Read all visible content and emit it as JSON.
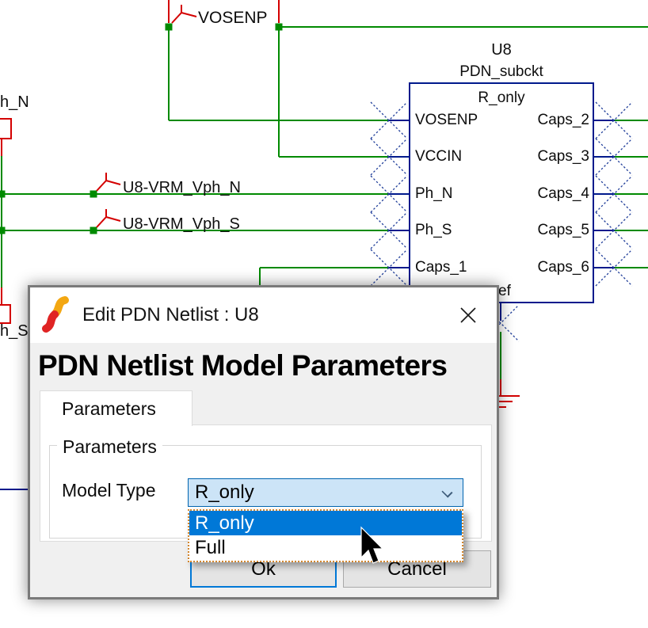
{
  "schematic": {
    "net_labels": {
      "vosenp": "VOSENP",
      "vph_n": "U8-VRM_Vph_N",
      "vph_s": "U8-VRM_Vph_S",
      "h_n": "h_N",
      "h_s": "h_S"
    },
    "component": {
      "ref": "U8",
      "part": "PDN_subckt",
      "model": "R_only",
      "left_pins": [
        "VOSENP",
        "VCCIN",
        "Ph_N",
        "Ph_S",
        "Caps_1"
      ],
      "right_pins": [
        "Caps_2",
        "Caps_3",
        "Caps_4",
        "Caps_5",
        "Caps_6"
      ],
      "bottom_pin_visible": "ef"
    },
    "colors": {
      "wire_green": "#008a00",
      "symbol_blue": "#001a8c",
      "marker_red": "#d40000"
    }
  },
  "dialog": {
    "title": "Edit PDN Netlist : U8",
    "heading": "PDN Netlist Model Parameters",
    "tab_label": "Parameters",
    "group_label": "Parameters",
    "field_label": "Model Type",
    "dropdown": {
      "value": "R_only",
      "options": [
        {
          "label": "R_only",
          "highlighted": true
        },
        {
          "label": "Full",
          "highlighted": false
        }
      ]
    },
    "ok_label": "Ok",
    "cancel_label": "Cancel",
    "accent": "#0078d7"
  }
}
